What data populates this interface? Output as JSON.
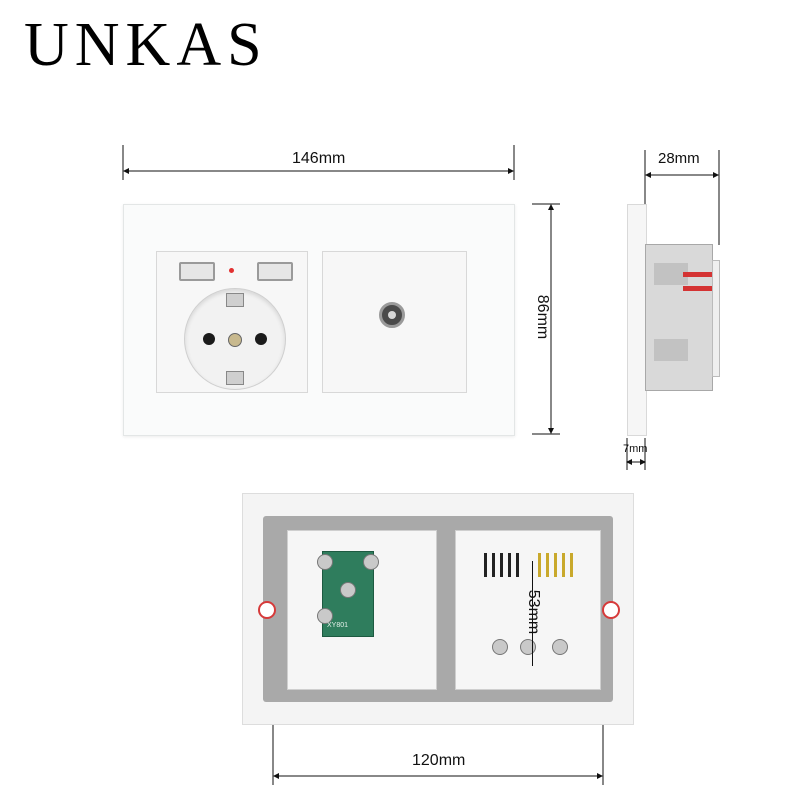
{
  "brand": {
    "name": "UNKAS"
  },
  "dimensions": {
    "width": "146mm",
    "height": "86mm",
    "depth": "28mm",
    "plate_thickness": "7mm",
    "inner_height": "53mm",
    "mounting_spacing": "120mm"
  },
  "pcb": {
    "label": "XY801"
  },
  "colors": {
    "accent_red": "#d63a3a",
    "plate_white": "#fafbfb",
    "frame_gray": "#a9a9a9",
    "pcb_green": "#2f7d5d"
  }
}
